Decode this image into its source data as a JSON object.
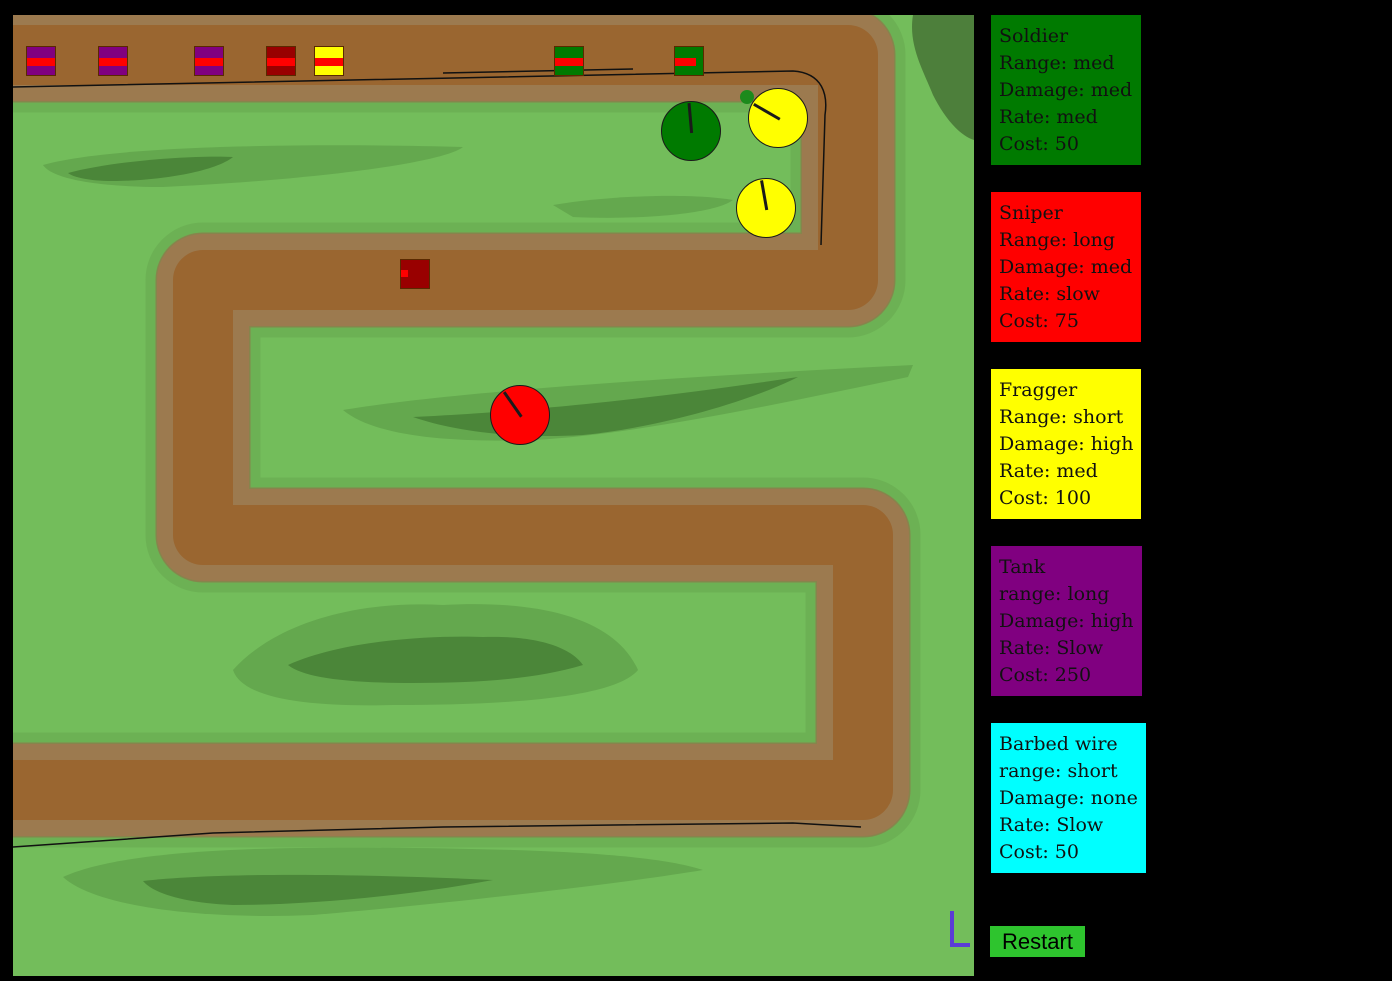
{
  "colors": {
    "soldier": "#007a00",
    "sniper": "#ff0000",
    "fragger": "#ffff00",
    "tank": "#800080",
    "barbed_wire": "#00ffff",
    "restart": "#2ec42e"
  },
  "towers_panel": [
    {
      "key": "soldier",
      "name": "Soldier",
      "range": "Range: med",
      "damage": "Damage: med",
      "rate": "Rate: med",
      "cost": "Cost: 50"
    },
    {
      "key": "sniper",
      "name": "Sniper",
      "range": "Range: long",
      "damage": "Damage: med",
      "rate": "Rate: slow",
      "cost": "Cost: 75"
    },
    {
      "key": "fragger",
      "name": "Fragger",
      "range": "Range: short",
      "damage": "Damage: high",
      "rate": "Rate: med",
      "cost": "Cost: 100"
    },
    {
      "key": "tank",
      "name": "Tank",
      "range": "range: long",
      "damage": "Damage: high",
      "rate": "Rate: Slow",
      "cost": "Cost: 250"
    },
    {
      "key": "barbed_wire",
      "name": "Barbed wire",
      "range": "range: short",
      "damage": "Damage: none",
      "rate": "Rate: Slow",
      "cost": "Cost: 50"
    }
  ],
  "restart_label": "Restart",
  "enemies": [
    {
      "color": "#800080",
      "health": 1.0
    },
    {
      "color": "#800080",
      "health": 1.0
    },
    {
      "color": "#800080",
      "health": 1.0
    },
    {
      "color": "#990000",
      "health": 1.0
    },
    {
      "color": "#ffff00",
      "health": 1.0
    },
    {
      "color": "#007a00",
      "health": 1.0
    },
    {
      "color": "#007a00",
      "health": 0.75
    },
    {
      "color": "#990000",
      "health": 0.25
    }
  ],
  "placed_towers": [
    {
      "type": "soldier",
      "color": "#007a00"
    },
    {
      "type": "fragger",
      "color": "#ffff00"
    },
    {
      "type": "fragger",
      "color": "#ffff00"
    },
    {
      "type": "sniper",
      "color": "#ff0000"
    }
  ]
}
